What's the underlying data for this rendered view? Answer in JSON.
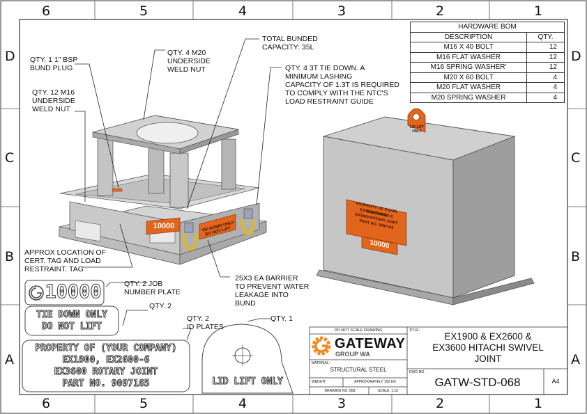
{
  "zones": {
    "columns": [
      "6",
      "5",
      "4",
      "3",
      "2",
      "1"
    ],
    "rows": [
      "D",
      "C",
      "B",
      "A"
    ]
  },
  "bom": {
    "title": "HARDWARE BOM",
    "headers": [
      "DESCRIPTION",
      "QTY."
    ],
    "rows": [
      {
        "description": "M16 X 40 BOLT",
        "qty": "12"
      },
      {
        "description": "M16 FLAT WASHER",
        "qty": "12"
      },
      {
        "description": "M16 SPRING WASHER'",
        "qty": "12"
      },
      {
        "description": "M20 X 60 BOLT",
        "qty": "4"
      },
      {
        "description": "M20 FLAT WASHER",
        "qty": "4"
      },
      {
        "description": "M20 SPRING WASHER",
        "qty": "4"
      }
    ]
  },
  "callouts": {
    "bsp_plug": "QTY. 1 1\" BSP\nBUND PLUG",
    "weld_nut_m20": "QTY. 4 M20\nUNDERSIDE\nWELD NUT",
    "weld_nut_m16": "QTY. 12 M16\nUNDERSIDE\nWELD NUT",
    "bund_capacity": "TOTAL BUNDED\nCAPACITY: 35L",
    "tie_down": "QTY. 4 3T TIE DOWN. A\nMINIMUM LASHING\nCAPACITY OF 1.3T IS REQUIRED\nTO COMPLY WITH THE NTC'S\nLOAD RESTRAINT GUIDE",
    "cert_tag": "APPROX LOCATION OF\nCERT. TAG AND LOAD\nRESTRAINT. TAG",
    "barrier": "25X3 EA BARRIER\nTO PREVENT WATER\nLEAKAGE INTO\nBUND",
    "job_plate_qty": "QTY. 2 JOB\nNUMBER PLATE",
    "tie_down_plate_qty": "QTY. 2",
    "id_plates_qty": "QTY. 2\nID PLATES",
    "lid_plate_qty": "QTY. 1"
  },
  "plates": {
    "job_number": "10000",
    "tie_down_line1": "TIE DOWN ONLY",
    "tie_down_line2": "DO NOT LIFT",
    "property_lines": [
      "PROPERTY OF (YOUR COMPANY)",
      "EX1900, EX2600-6",
      "EX3600 ROTARY JOINT",
      "PART NO. 9097165"
    ],
    "lid_lift": "LID LIFT ONLY"
  },
  "model_labels": {
    "small_plate_line1": "TIE DOWN ONLY",
    "small_plate_line2": "DO NOT LIFT",
    "small_number": "10000",
    "lid_tag": "LID LIFT ONLY",
    "box_plate_lines": [
      "PROPERTY OF (YOUR COMPANY)",
      "EX1900, EX2600-6",
      "EX3600 ROTARY JOINT",
      "PART NO. 9097165"
    ],
    "box_number": "10000"
  },
  "title_block": {
    "do_not_scale": "DO NOT SCALE DRAWING",
    "company": "GATEWAY",
    "company_sub": "GROUP WA",
    "material_label": "MATERIAL:",
    "material": "STRUCTURAL STEEL",
    "weight_label": "WEIGHT:",
    "weight": "APPROXIMATELY 150 KG",
    "drawing_no_small": "DRAWING NO. 068",
    "scale": "SCALE: 1:10",
    "title_label": "TITLE:",
    "title_lines": [
      "EX1900 & EX2600 &",
      "EX3600 HITACHI  SWIVEL",
      "JOINT"
    ],
    "dwg_label": "DWG NO.",
    "dwg_no": "GATW-STD-068",
    "size": "A4"
  },
  "colors": {
    "orange": "#e2651d",
    "steel_light": "#cfcfcf",
    "steel_mid": "#b4b4b4",
    "steel_dark": "#8a8a8a",
    "logo_orange": "#f08a1c"
  }
}
